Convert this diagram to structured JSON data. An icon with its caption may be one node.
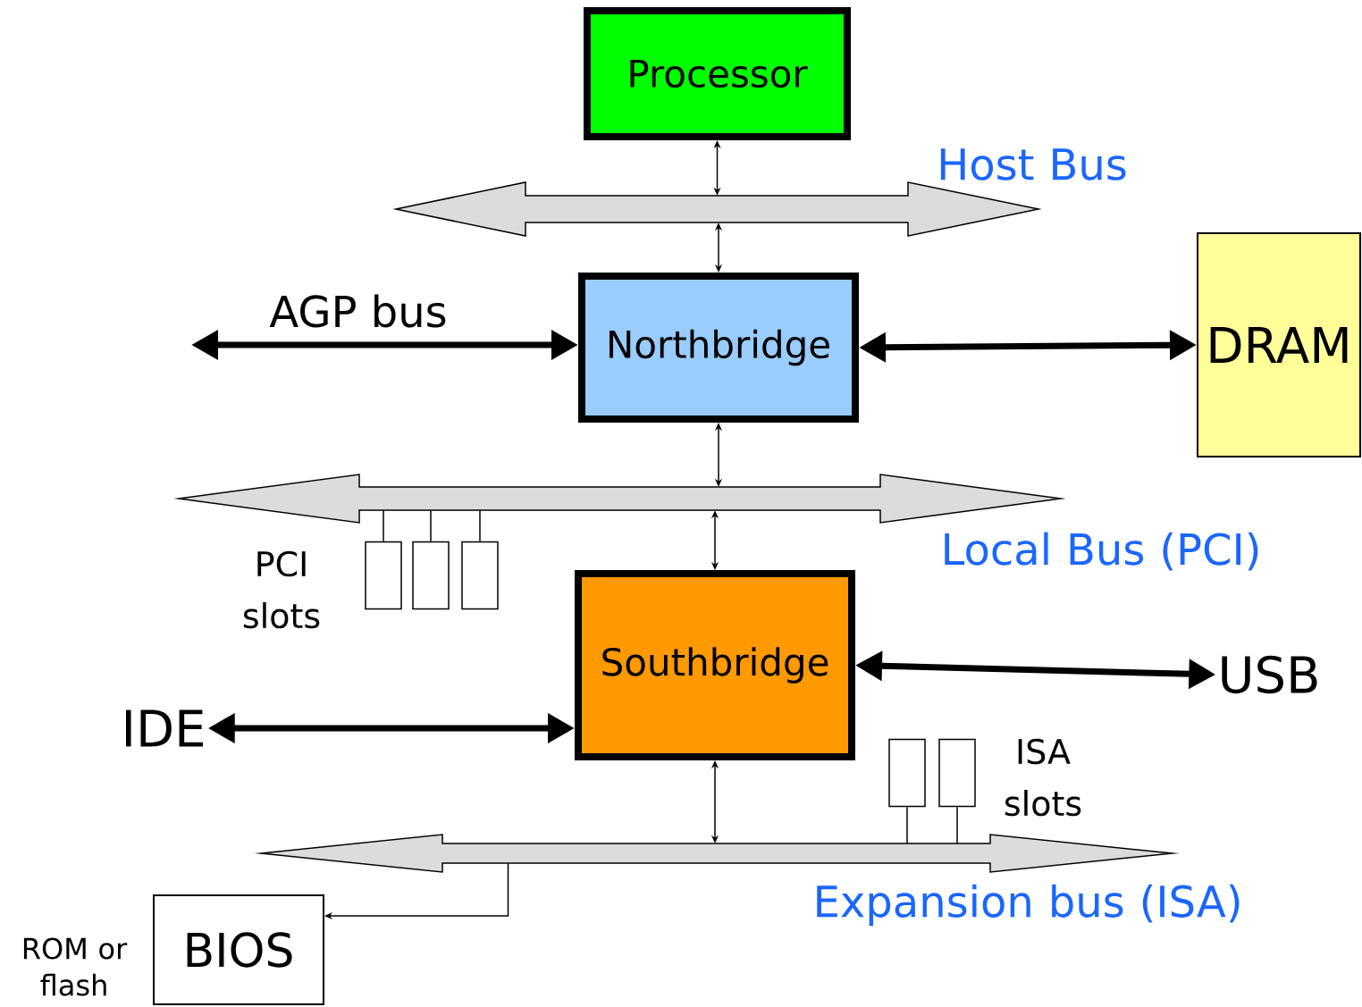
{
  "diagram": {
    "nodes": [
      {
        "text": [
          "Processor"
        ]
      },
      {
        "text": [],
        "shape": "bar",
        "beside": [
          "Host Bus"
        ]
      },
      {
        "text": [
          "Northbridge"
        ]
      },
      {
        "text": [
          "DRAM"
        ]
      },
      {
        "text": [],
        "shape": "bar",
        "beside": [
          "Local Bus (PCI)"
        ]
      },
      {
        "text": [],
        "shape": "box"
      },
      {
        "text": [],
        "shape": "box"
      },
      {
        "text": [],
        "shape": "box"
      },
      {
        "text": [
          "Southbridge"
        ]
      },
      {
        "text": [
          "USB"
        ]
      },
      {
        "text": [
          "IDE"
        ]
      },
      {
        "text": [],
        "shape": "box"
      },
      {
        "text": [],
        "shape": "box"
      },
      {
        "text": [],
        "shape": "bar",
        "beside": [
          "Expansion bus (ISA)"
        ]
      },
      {
        "text": [
          "BIOS"
        ],
        "beside": [
          "ROM or flash"
        ]
      }
    ],
    "edges": [
      {
        "from": 0,
        "to": 1,
        "arrow": "both"
      },
      {
        "from": 1,
        "to": 2,
        "arrow": "both"
      },
      {
        "from": null,
        "to": 2,
        "arrow": "both",
        "label": "AGP bus",
        "style": "thick"
      },
      {
        "from": 2,
        "to": 3,
        "arrow": "both",
        "style": "thick"
      },
      {
        "from": 2,
        "to": 4,
        "arrow": "both"
      },
      {
        "from": 4,
        "to": 8,
        "arrow": "both"
      },
      {
        "from": 5,
        "to": 4,
        "arrow": "none"
      },
      {
        "from": 6,
        "to": 4,
        "arrow": "none"
      },
      {
        "from": 7,
        "to": 4,
        "arrow": "none"
      },
      {
        "from": 8,
        "to": 9,
        "arrow": "both",
        "style": "thick"
      },
      {
        "from": 10,
        "to": 8,
        "arrow": "both",
        "style": "thick"
      },
      {
        "from": 8,
        "to": 13,
        "arrow": "both"
      },
      {
        "from": 11,
        "to": 13,
        "arrow": "none"
      },
      {
        "from": 12,
        "to": 13,
        "arrow": "none"
      },
      {
        "from": 13,
        "to": 14,
        "arrow": "to"
      }
    ],
    "labels": [
      "PCI slots",
      "ISA slots"
    ]
  }
}
